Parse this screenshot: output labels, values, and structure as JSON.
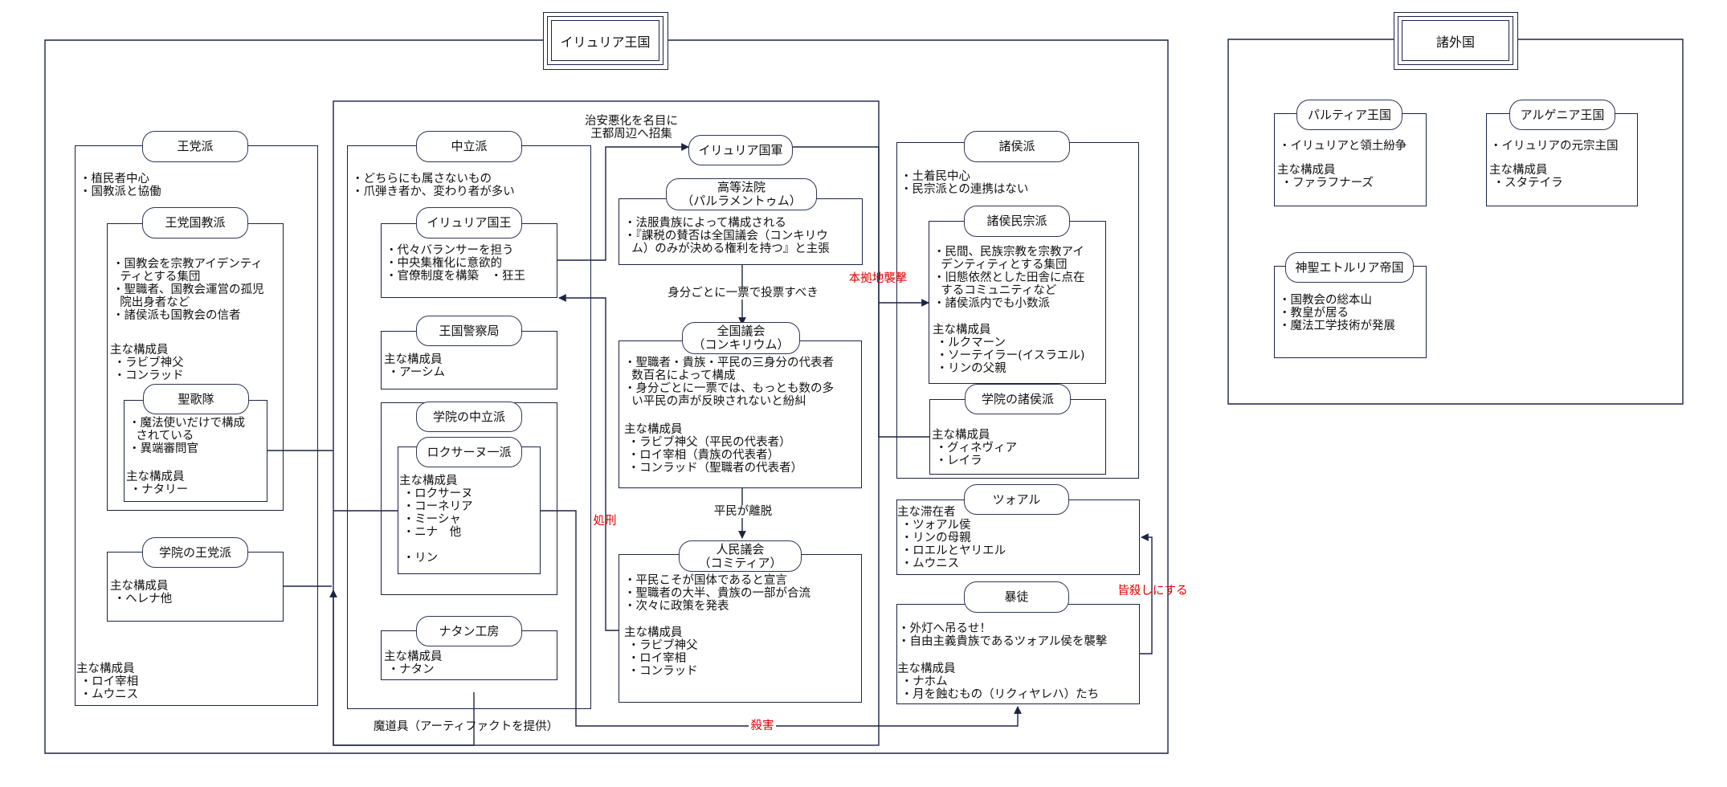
{
  "kingdom": {
    "title": "イリュリア王国",
    "groups": {
      "royalist": {
        "title": "王党派",
        "notes": "・植民者中心\n・国教派と協働",
        "members": "主な構成員\n ・ロイ宰相\n ・ムウニス"
      },
      "royal_church": {
        "title": "王党国教派",
        "notes": "・国教会を宗教アイデンティ\n  ティとする集団\n・聖職者、国教会運営の孤児\n  院出身者など\n・諸侯派も国教会の信者",
        "members": "主な構成員\n ・ラビブ神父\n ・コンラッド"
      },
      "choir": {
        "title": "聖歌隊",
        "notes": "・魔法使いだけで構成\n  されている\n・異端審問官",
        "members": "主な構成員\n ・ナタリー"
      },
      "academy_royalist": {
        "title": "学院の王党派",
        "members": "主な構成員\n ・ヘレナ他"
      },
      "neutral": {
        "title": "中立派",
        "notes": "・どちらにも属さないもの\n・爪弾き者か、変わり者が多い"
      },
      "king": {
        "title": "イリュリア国王",
        "notes": "・代々バランサーを担う\n・中央集権化に意欲的\n・官僚制度を構築　・狂王"
      },
      "police": {
        "title": "王国警察局",
        "members": "主な構成員\n ・アーシム"
      },
      "academy_neutral": {
        "title": "学院の中立派"
      },
      "roxanne": {
        "title": "ロクサーヌ一派",
        "members": "主な構成員\n ・ロクサーヌ\n ・コーネリア\n ・ミーシャ\n ・ニナ　他\n\n ・リン"
      },
      "natan": {
        "title": "ナタン工房",
        "members": "主な構成員\n ・ナタン"
      },
      "army": {
        "title": "イリュリア国軍"
      },
      "high_court": {
        "title": "高等法院\n（パルラメントゥム）",
        "notes": "・法服貴族によって構成される\n・『課税の賛否は全国議会（コンキリウ\n  ム）のみが決める権利を持つ』と主張"
      },
      "estates_general": {
        "title": "全国議会\n（コンキリウム）",
        "notes": "・聖職者・貴族・平民の三身分の代表者\n  数百名によって構成\n・身分ごとに一票では、もっとも数の多\n  い平民の声が反映されないと紛糾",
        "members": "主な構成員\n ・ラビブ神父（平民の代表者）\n ・ロイ宰相（貴族の代表者）\n ・コンラッド（聖職者の代表者）"
      },
      "comitia": {
        "title": "人民議会\n（コミティア）",
        "notes": "・平民こそが国体であると宣言\n・聖職者の大半、貴族の一部が合流\n・次々に政策を発表",
        "members": "主な構成員\n ・ラビブ神父\n ・ロイ宰相\n ・コンラッド"
      },
      "lords": {
        "title": "諸侯派",
        "notes": "・土着民中心\n・民宗派との連携はない"
      },
      "lords_folk": {
        "title": "諸侯民宗派",
        "notes": "・民間、民族宗教を宗教アイ\n  デンティティとする集団\n・旧態依然とした田舎に点在\n  するコミュニティなど\n・諸侯派内でも小数派",
        "members": "主な構成員\n ・ルクマーン\n ・ソーテイラー(イスラエル)\n ・リンの父親"
      },
      "academy_lords": {
        "title": "学院の諸侯派",
        "members": "主な構成員\n ・グィネヴィア\n ・レイラ"
      },
      "zoal": {
        "title": "ツォアル",
        "members": "主な滞在者\n ・ツォアル侯\n ・リンの母親\n ・ロエルとヤリエル\n ・ムウニス"
      },
      "mob": {
        "title": "暴徒",
        "notes": "・外灯へ吊るせ！\n・自由主義貴族であるツォアル侯を襲撃",
        "members": "主な構成員\n ・ナホム\n ・月を蝕むもの（リクィヤレハ）たち"
      }
    },
    "edge_labels": {
      "summon": "治安悪化を名目に\n王都周辺へ招集",
      "vote": "身分ごとに一票で投票すべき",
      "secede": "平民が離脱",
      "raid": "本拠地襲撃",
      "execute": "処刑",
      "artifact": "魔道具（アーティファクトを提供）",
      "murder": "殺害",
      "massacre": "皆殺しにする"
    }
  },
  "foreign": {
    "title": "諸外国",
    "groups": {
      "parthia": {
        "title": "パルティア王国",
        "notes": "・イリュリアと領土紛争",
        "members": "主な構成員\n ・ファラフナーズ"
      },
      "argenia": {
        "title": "アルゲニア王国",
        "notes": "・イリュリアの元宗主国",
        "members": "主な構成員\n ・スタテイラ"
      },
      "etruria": {
        "title": "神聖エトルリア帝国",
        "notes": "・国教会の総本山\n・教皇が居る\n・魔法工学技術が発展"
      }
    }
  },
  "colors": {
    "line": "#1b2345",
    "pill_border": "#2e3658",
    "red_label": "#e00000",
    "background": "#ffffff"
  }
}
